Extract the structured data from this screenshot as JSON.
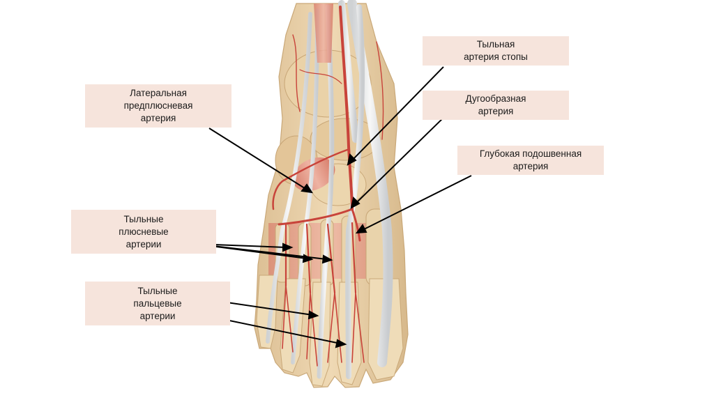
{
  "labels": {
    "lateral_tarsal": "Латеральная\nпредплюсневая\nартерия",
    "dorsalis_pedis": "Тыльная\nартерия стопы",
    "arcuate": "Дугообразная\nартерия",
    "deep_plantar": "Глубокая подошвенная\nартерия",
    "dorsal_metatarsal": "Тыльные\nплюсневые\nартерии",
    "dorsal_digital": "Тыльные\nпальцевые\nартерии"
  },
  "colors": {
    "label_background": "#f6e4dc",
    "artery": "#c8433a",
    "bone": "#e8cfa4",
    "tendon": "#e6e6e6",
    "muscle": "#e49a8a",
    "arrow": "#000000"
  }
}
